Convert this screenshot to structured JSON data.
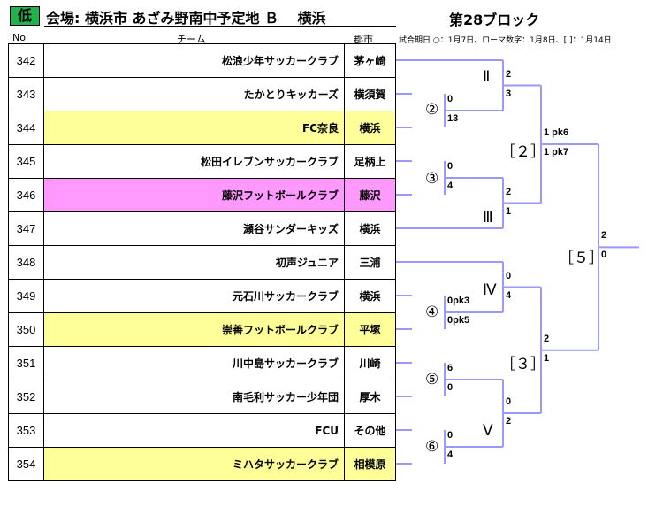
{
  "header": {
    "level_badge": "低",
    "venue_line": "会場: 横浜市 あざみ野南中予定地 Ｂ　 横浜",
    "block_title": "第28ブロック",
    "col_no": "No",
    "col_team": "チーム",
    "col_city": "郡市",
    "schedule_note": "試合期日 ○：1月7日、ローマ数字：1月8日、[ ]：1月14日"
  },
  "colors": {
    "yellow_row": "#ffff99",
    "pink_row": "#ff99ff",
    "badge_green": "#22b14c",
    "bracket_line": "#9999ff"
  },
  "teams": [
    {
      "no": "342",
      "name": "松浪少年サッカークラブ",
      "city": "茅ヶ崎",
      "highlight": "none"
    },
    {
      "no": "343",
      "name": "たかとりキッカーズ",
      "city": "横須賀",
      "highlight": "none"
    },
    {
      "no": "344",
      "name": "FC奈良",
      "city": "横浜",
      "highlight": "yellow"
    },
    {
      "no": "345",
      "name": "松田イレブンサッカークラブ",
      "city": "足柄上",
      "highlight": "none"
    },
    {
      "no": "346",
      "name": "藤沢フットボールクラブ",
      "city": "藤沢",
      "highlight": "pink"
    },
    {
      "no": "347",
      "name": "瀬谷サンダーキッズ",
      "city": "横浜",
      "highlight": "none"
    },
    {
      "no": "348",
      "name": "初声ジュニア",
      "city": "三浦",
      "highlight": "none"
    },
    {
      "no": "349",
      "name": "元石川サッカークラブ",
      "city": "横浜",
      "highlight": "none"
    },
    {
      "no": "350",
      "name": "崇善フットボールクラブ",
      "city": "平塚",
      "highlight": "yellow"
    },
    {
      "no": "351",
      "name": "川中島サッカークラブ",
      "city": "川崎",
      "highlight": "none"
    },
    {
      "no": "352",
      "name": "南毛利サッカー少年団",
      "city": "厚木",
      "highlight": "none"
    },
    {
      "no": "353",
      "name": "FCU",
      "city": "その他",
      "highlight": "none"
    },
    {
      "no": "354",
      "name": "ミハタサッカークラブ",
      "city": "相模原",
      "highlight": "yellow"
    }
  ],
  "matches": [
    {
      "label": "②",
      "top_score": "0",
      "bottom_score": "13"
    },
    {
      "label": "③",
      "top_score": "0",
      "bottom_score": "4"
    },
    {
      "label": "④",
      "top_score": "0pk3",
      "bottom_score": "0pk5"
    },
    {
      "label": "⑤",
      "top_score": "6",
      "bottom_score": "0"
    },
    {
      "label": "⑥",
      "top_score": "0",
      "bottom_score": "4"
    },
    {
      "label": "Ⅱ",
      "top_score": "2",
      "bottom_score": "3"
    },
    {
      "label": "Ⅲ",
      "top_score": "2",
      "bottom_score": "1"
    },
    {
      "label": "Ⅳ",
      "top_score": "0",
      "bottom_score": "4"
    },
    {
      "label": "Ⅴ",
      "top_score": "0",
      "bottom_score": "2"
    },
    {
      "label": "［２］",
      "top_score": "1 pk6",
      "bottom_score": "1 pk7"
    },
    {
      "label": "［３］",
      "top_score": "2",
      "bottom_score": "1"
    },
    {
      "label": "［５］",
      "top_score": "2",
      "bottom_score": "0"
    }
  ]
}
